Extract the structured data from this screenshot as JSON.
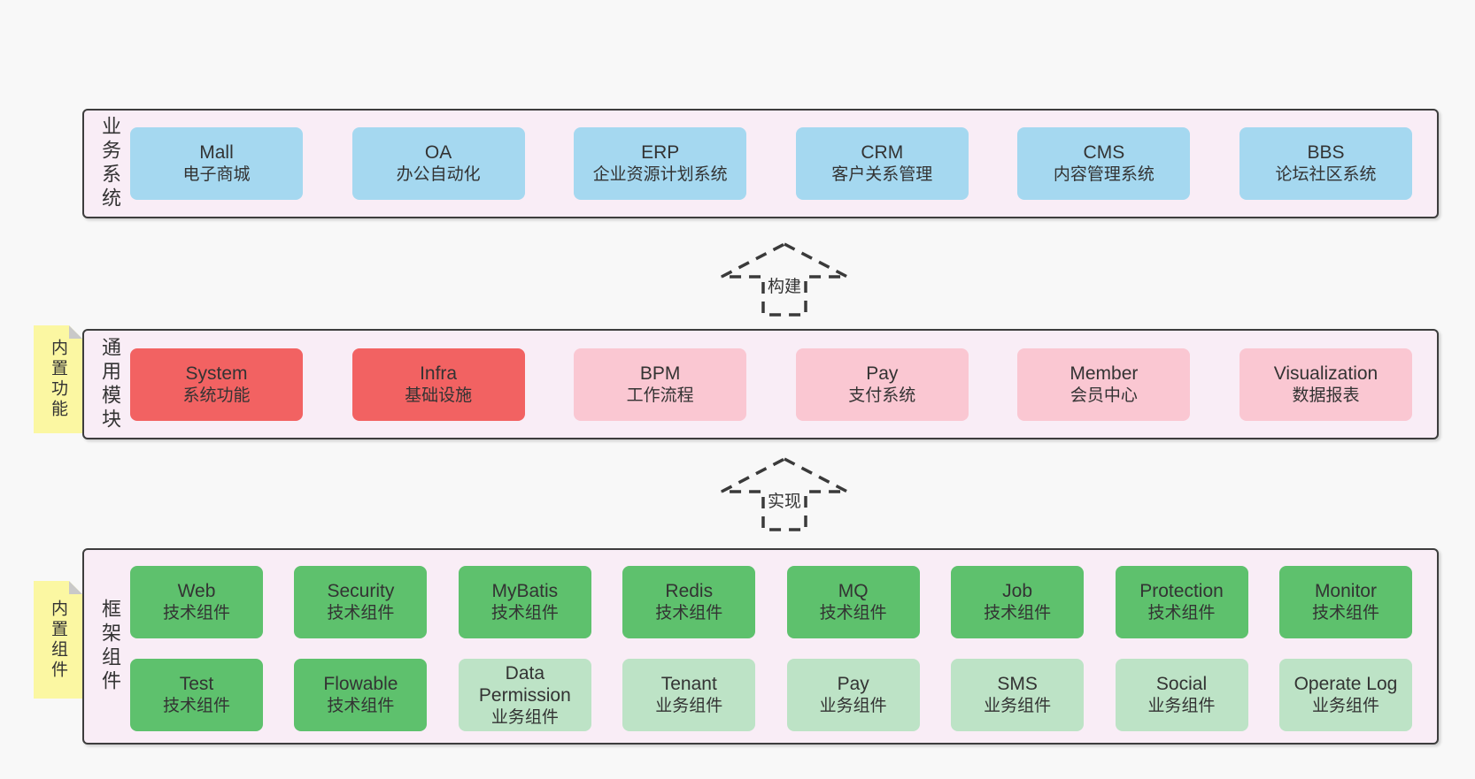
{
  "diagram": {
    "colors": {
      "page_bg": "#f8f8f8",
      "layer_bg": "#f9edf6",
      "layer_border": "#3d3d3d",
      "business_system_box": "#a5d8f0",
      "core_module_box": "#f26262",
      "optional_module_box": "#fac7d2",
      "tech_component_box": "#5ec16d",
      "biz_component_box": "#bde3c6",
      "sticky_note_bg": "#fbf7a2",
      "text": "#333333"
    },
    "arrows": [
      {
        "label": "构建"
      },
      {
        "label": "实现"
      }
    ],
    "layers": [
      {
        "label": "业务系统",
        "boxes": [
          {
            "title": "Mall",
            "subtitle": "电子商城"
          },
          {
            "title": "OA",
            "subtitle": "办公自动化"
          },
          {
            "title": "ERP",
            "subtitle": "企业资源计划系统"
          },
          {
            "title": "CRM",
            "subtitle": "客户关系管理"
          },
          {
            "title": "CMS",
            "subtitle": "内容管理系统"
          },
          {
            "title": "BBS",
            "subtitle": "论坛社区系统"
          }
        ]
      },
      {
        "label": "通用模块",
        "sticky": "内置功能",
        "boxes": [
          {
            "title": "System",
            "subtitle": "系统功能"
          },
          {
            "title": "Infra",
            "subtitle": "基础设施"
          },
          {
            "title": "BPM",
            "subtitle": "工作流程"
          },
          {
            "title": "Pay",
            "subtitle": "支付系统"
          },
          {
            "title": "Member",
            "subtitle": "会员中心"
          },
          {
            "title": "Visualization",
            "subtitle": "数据报表"
          }
        ]
      },
      {
        "label": "框架组件",
        "sticky": "内置组件",
        "rows": [
          [
            {
              "title": "Web",
              "subtitle": "技术组件"
            },
            {
              "title": "Security",
              "subtitle": "技术组件"
            },
            {
              "title": "MyBatis",
              "subtitle": "技术组件"
            },
            {
              "title": "Redis",
              "subtitle": "技术组件"
            },
            {
              "title": "MQ",
              "subtitle": "技术组件"
            },
            {
              "title": "Job",
              "subtitle": "技术组件"
            },
            {
              "title": "Protection",
              "subtitle": "技术组件"
            },
            {
              "title": "Monitor",
              "subtitle": "技术组件"
            }
          ],
          [
            {
              "title": "Test",
              "subtitle": "技术组件"
            },
            {
              "title": "Flowable",
              "subtitle": "技术组件"
            },
            {
              "title": "Data Permission",
              "subtitle": "业务组件"
            },
            {
              "title": "Tenant",
              "subtitle": "业务组件"
            },
            {
              "title": "Pay",
              "subtitle": "业务组件"
            },
            {
              "title": "SMS",
              "subtitle": "业务组件"
            },
            {
              "title": "Social",
              "subtitle": "业务组件"
            },
            {
              "title": "Operate Log",
              "subtitle": "业务组件"
            }
          ]
        ]
      }
    ]
  }
}
